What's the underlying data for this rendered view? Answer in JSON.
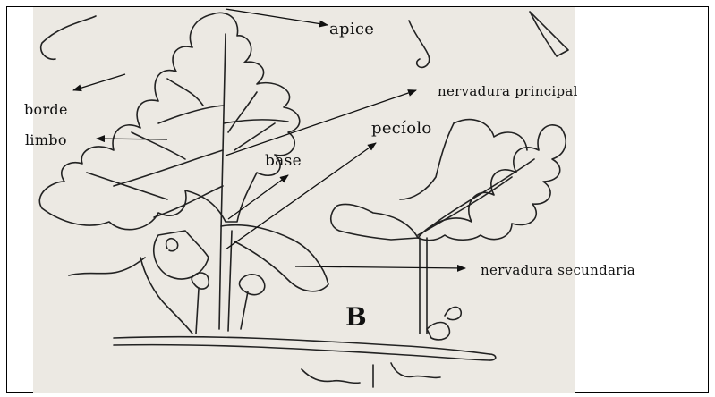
{
  "labels": {
    "apice": "apice",
    "borde": "borde",
    "limbo": "limbo",
    "nervadura_principal": "nervadura principal",
    "peciolo": "pecíolo",
    "base": "base",
    "nervadura_secundaria": "nervadura secundaria"
  },
  "figure_letter": "B",
  "colors": {
    "ink": "#111111",
    "paper": "#ece9e3",
    "background": "#ffffff"
  }
}
